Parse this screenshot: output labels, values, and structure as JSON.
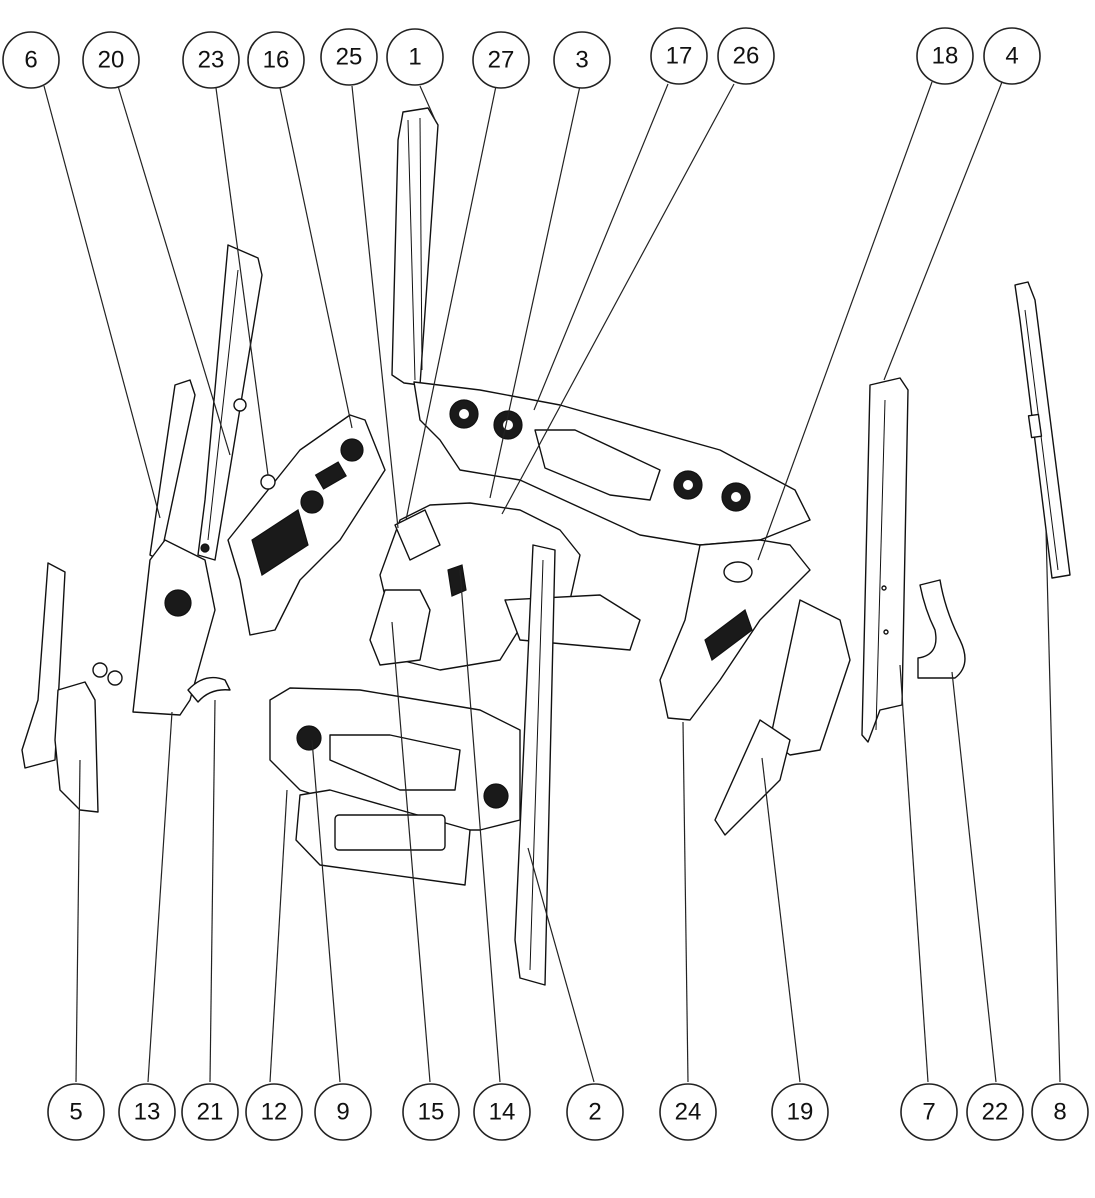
{
  "diagram": {
    "callouts_top": [
      "6",
      "20",
      "23",
      "16",
      "25",
      "1",
      "27",
      "3",
      "17",
      "26",
      "18",
      "4"
    ],
    "callouts_bottom": [
      "5",
      "13",
      "21",
      "12",
      "9",
      "15",
      "14",
      "2",
      "24",
      "19",
      "7",
      "22",
      "8"
    ]
  }
}
